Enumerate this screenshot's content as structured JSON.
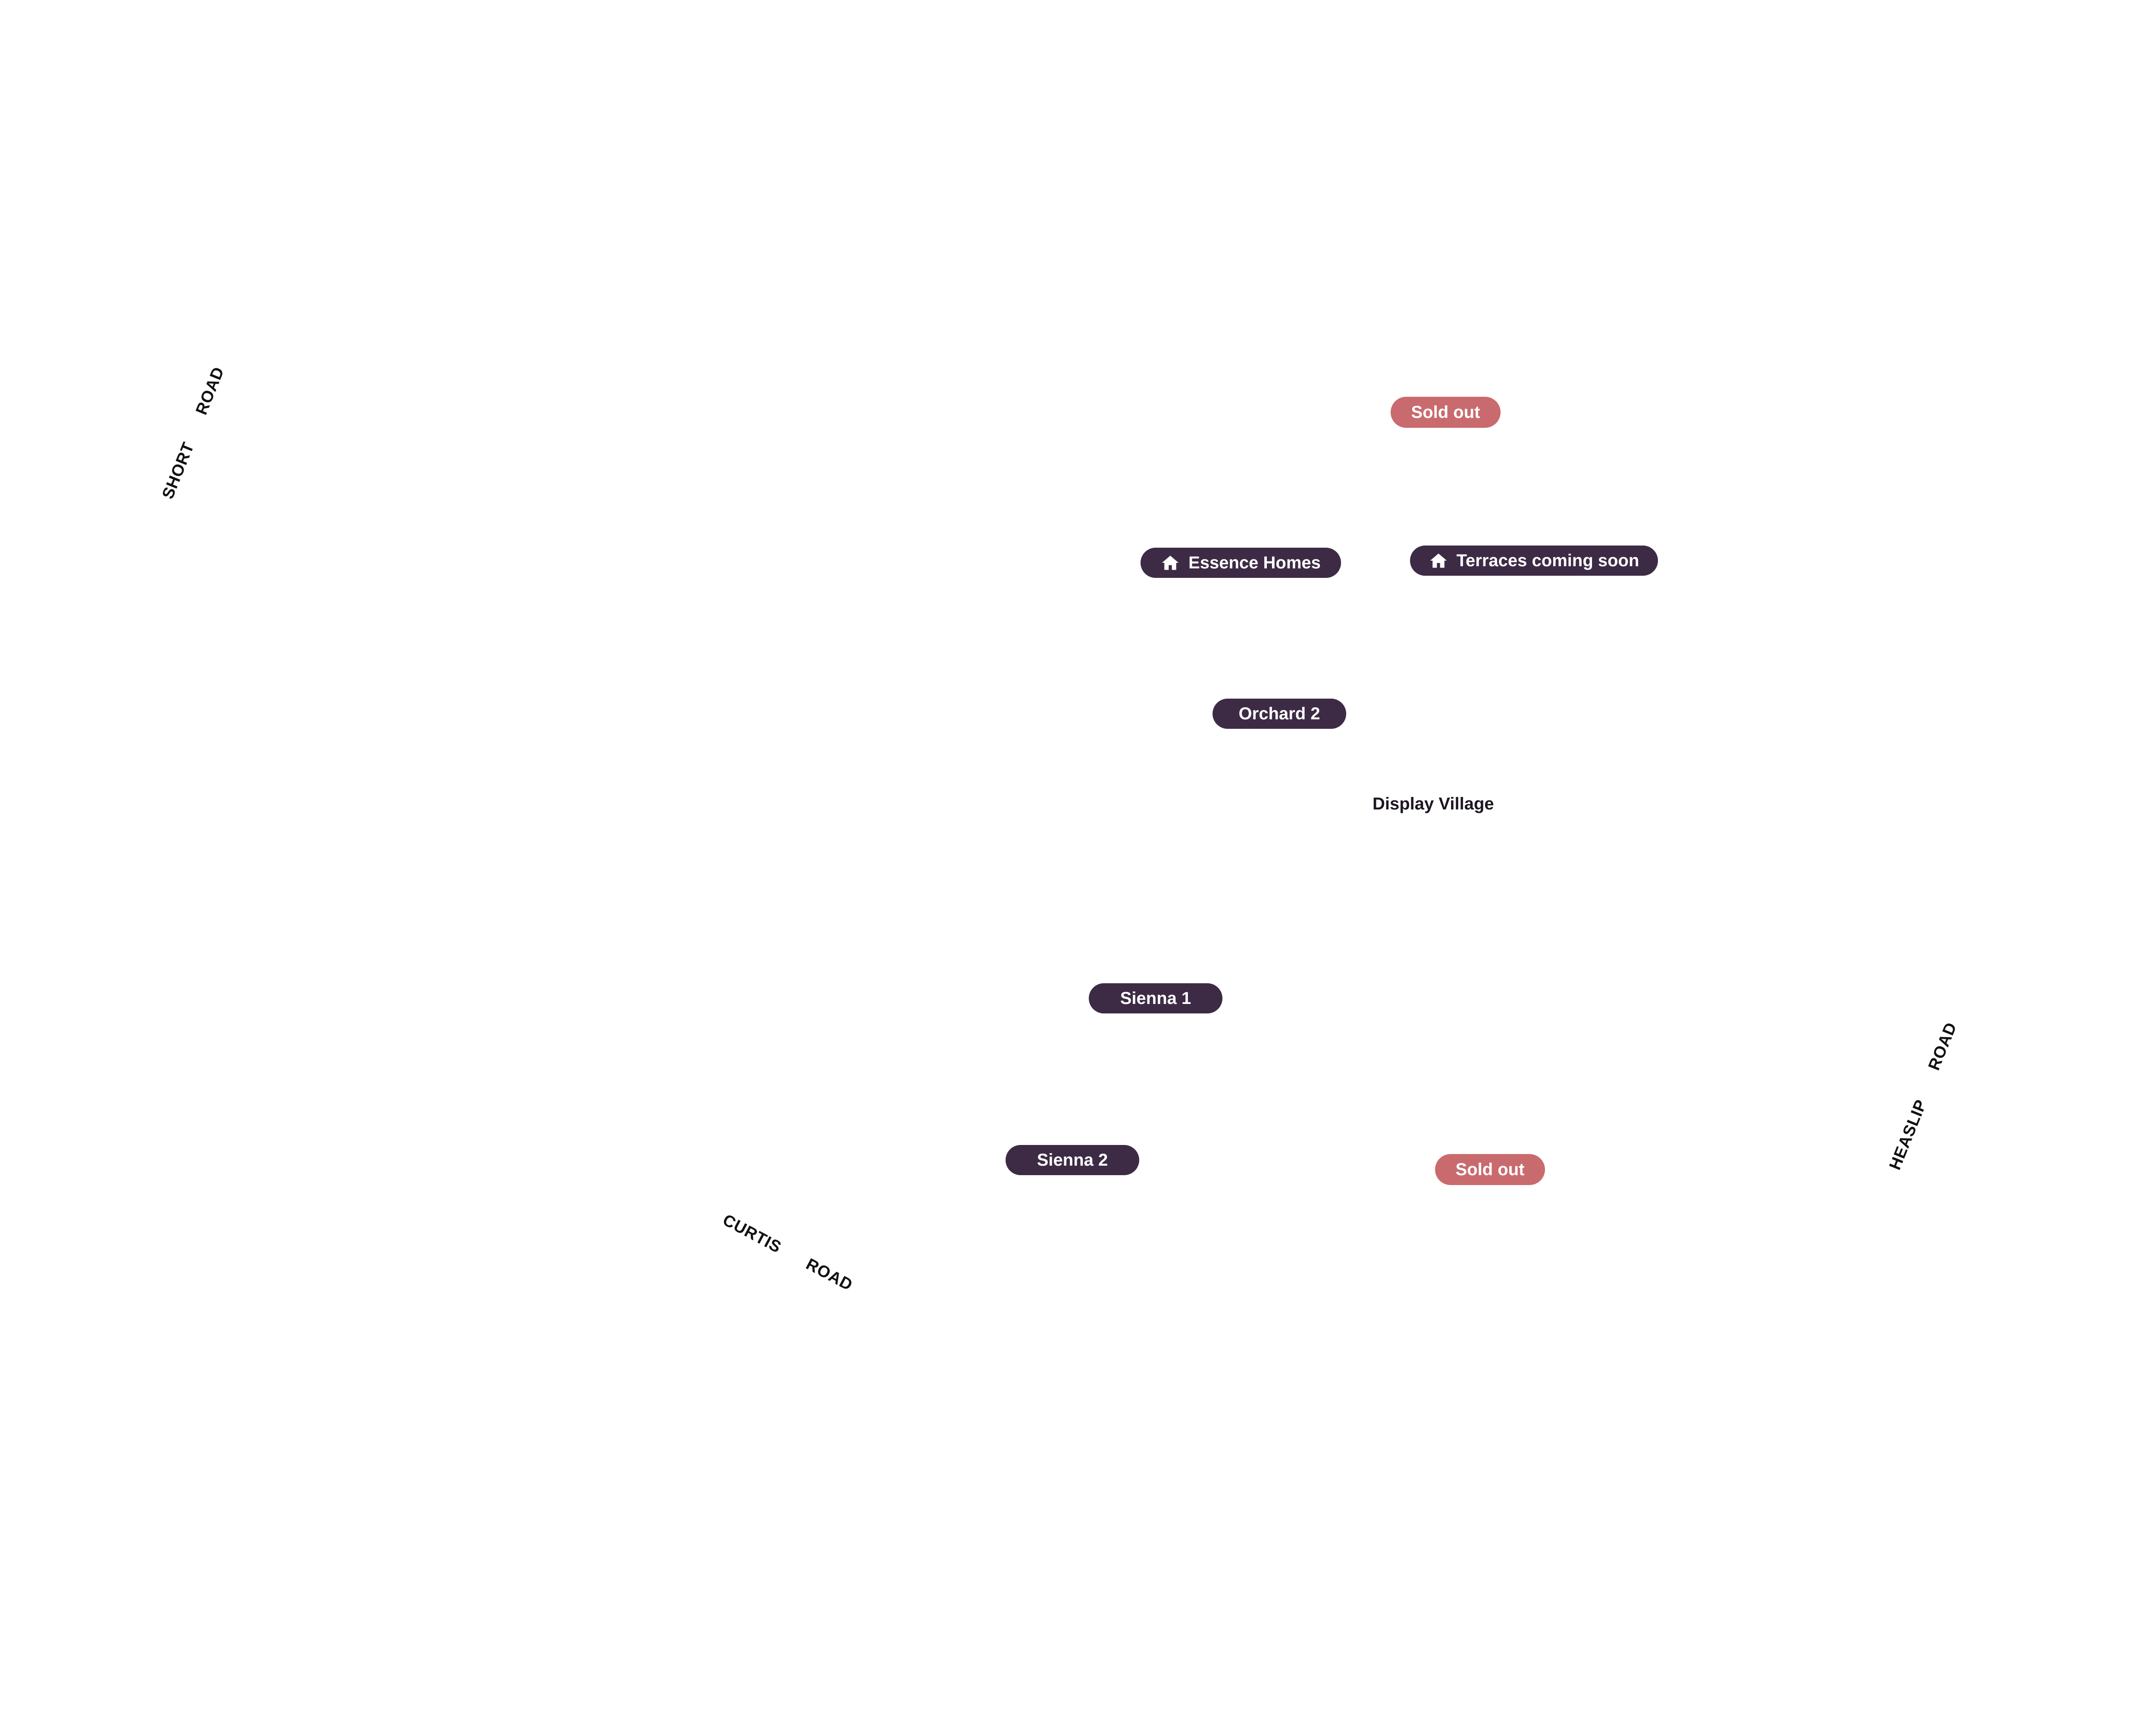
{
  "roads": {
    "short": {
      "word1": "SHORT",
      "word2": "ROAD"
    },
    "curtis": {
      "word1": "CURTIS",
      "word2": "ROAD"
    },
    "heaslip": {
      "word1": "HEASLIP",
      "word2": "ROAD"
    }
  },
  "markers": {
    "sold_out_top": "Sold out",
    "essence_homes": "Essence Homes",
    "terraces": "Terraces coming soon",
    "orchard_2": "Orchard 2",
    "sienna_1": "Sienna 1",
    "sienna_2": "Sienna 2",
    "sold_out_bottom": "Sold out"
  },
  "labels": {
    "display_village": "Display Village"
  },
  "icons": {
    "home": "home-icon"
  },
  "colors": {
    "marker_dark": "#3d2b45",
    "marker_sold": "#c96b6e",
    "background": "#ffffff"
  }
}
